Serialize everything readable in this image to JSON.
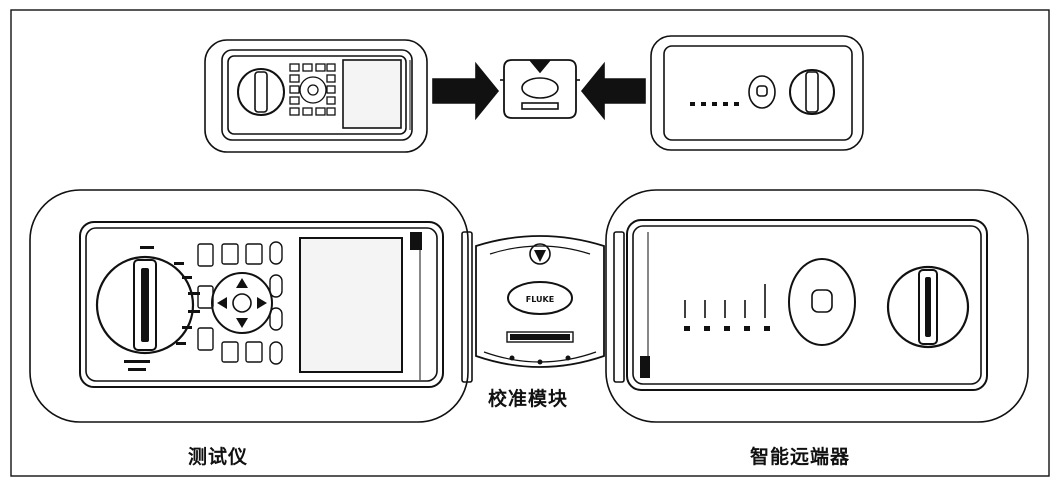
{
  "labels": {
    "tester": "测试仪",
    "calibration_module": "校准模块",
    "smart_remote": "智能远端器"
  },
  "device_text": {
    "brand": "FLUKE"
  },
  "colors": {
    "line": "#111111",
    "background": "#ffffff",
    "screen": "#f4f4f4",
    "arrow": "#111111"
  },
  "icons": [
    "rotary-dial-icon",
    "arrow-right-icon",
    "arrow-left-icon",
    "indicator-led-icon"
  ]
}
